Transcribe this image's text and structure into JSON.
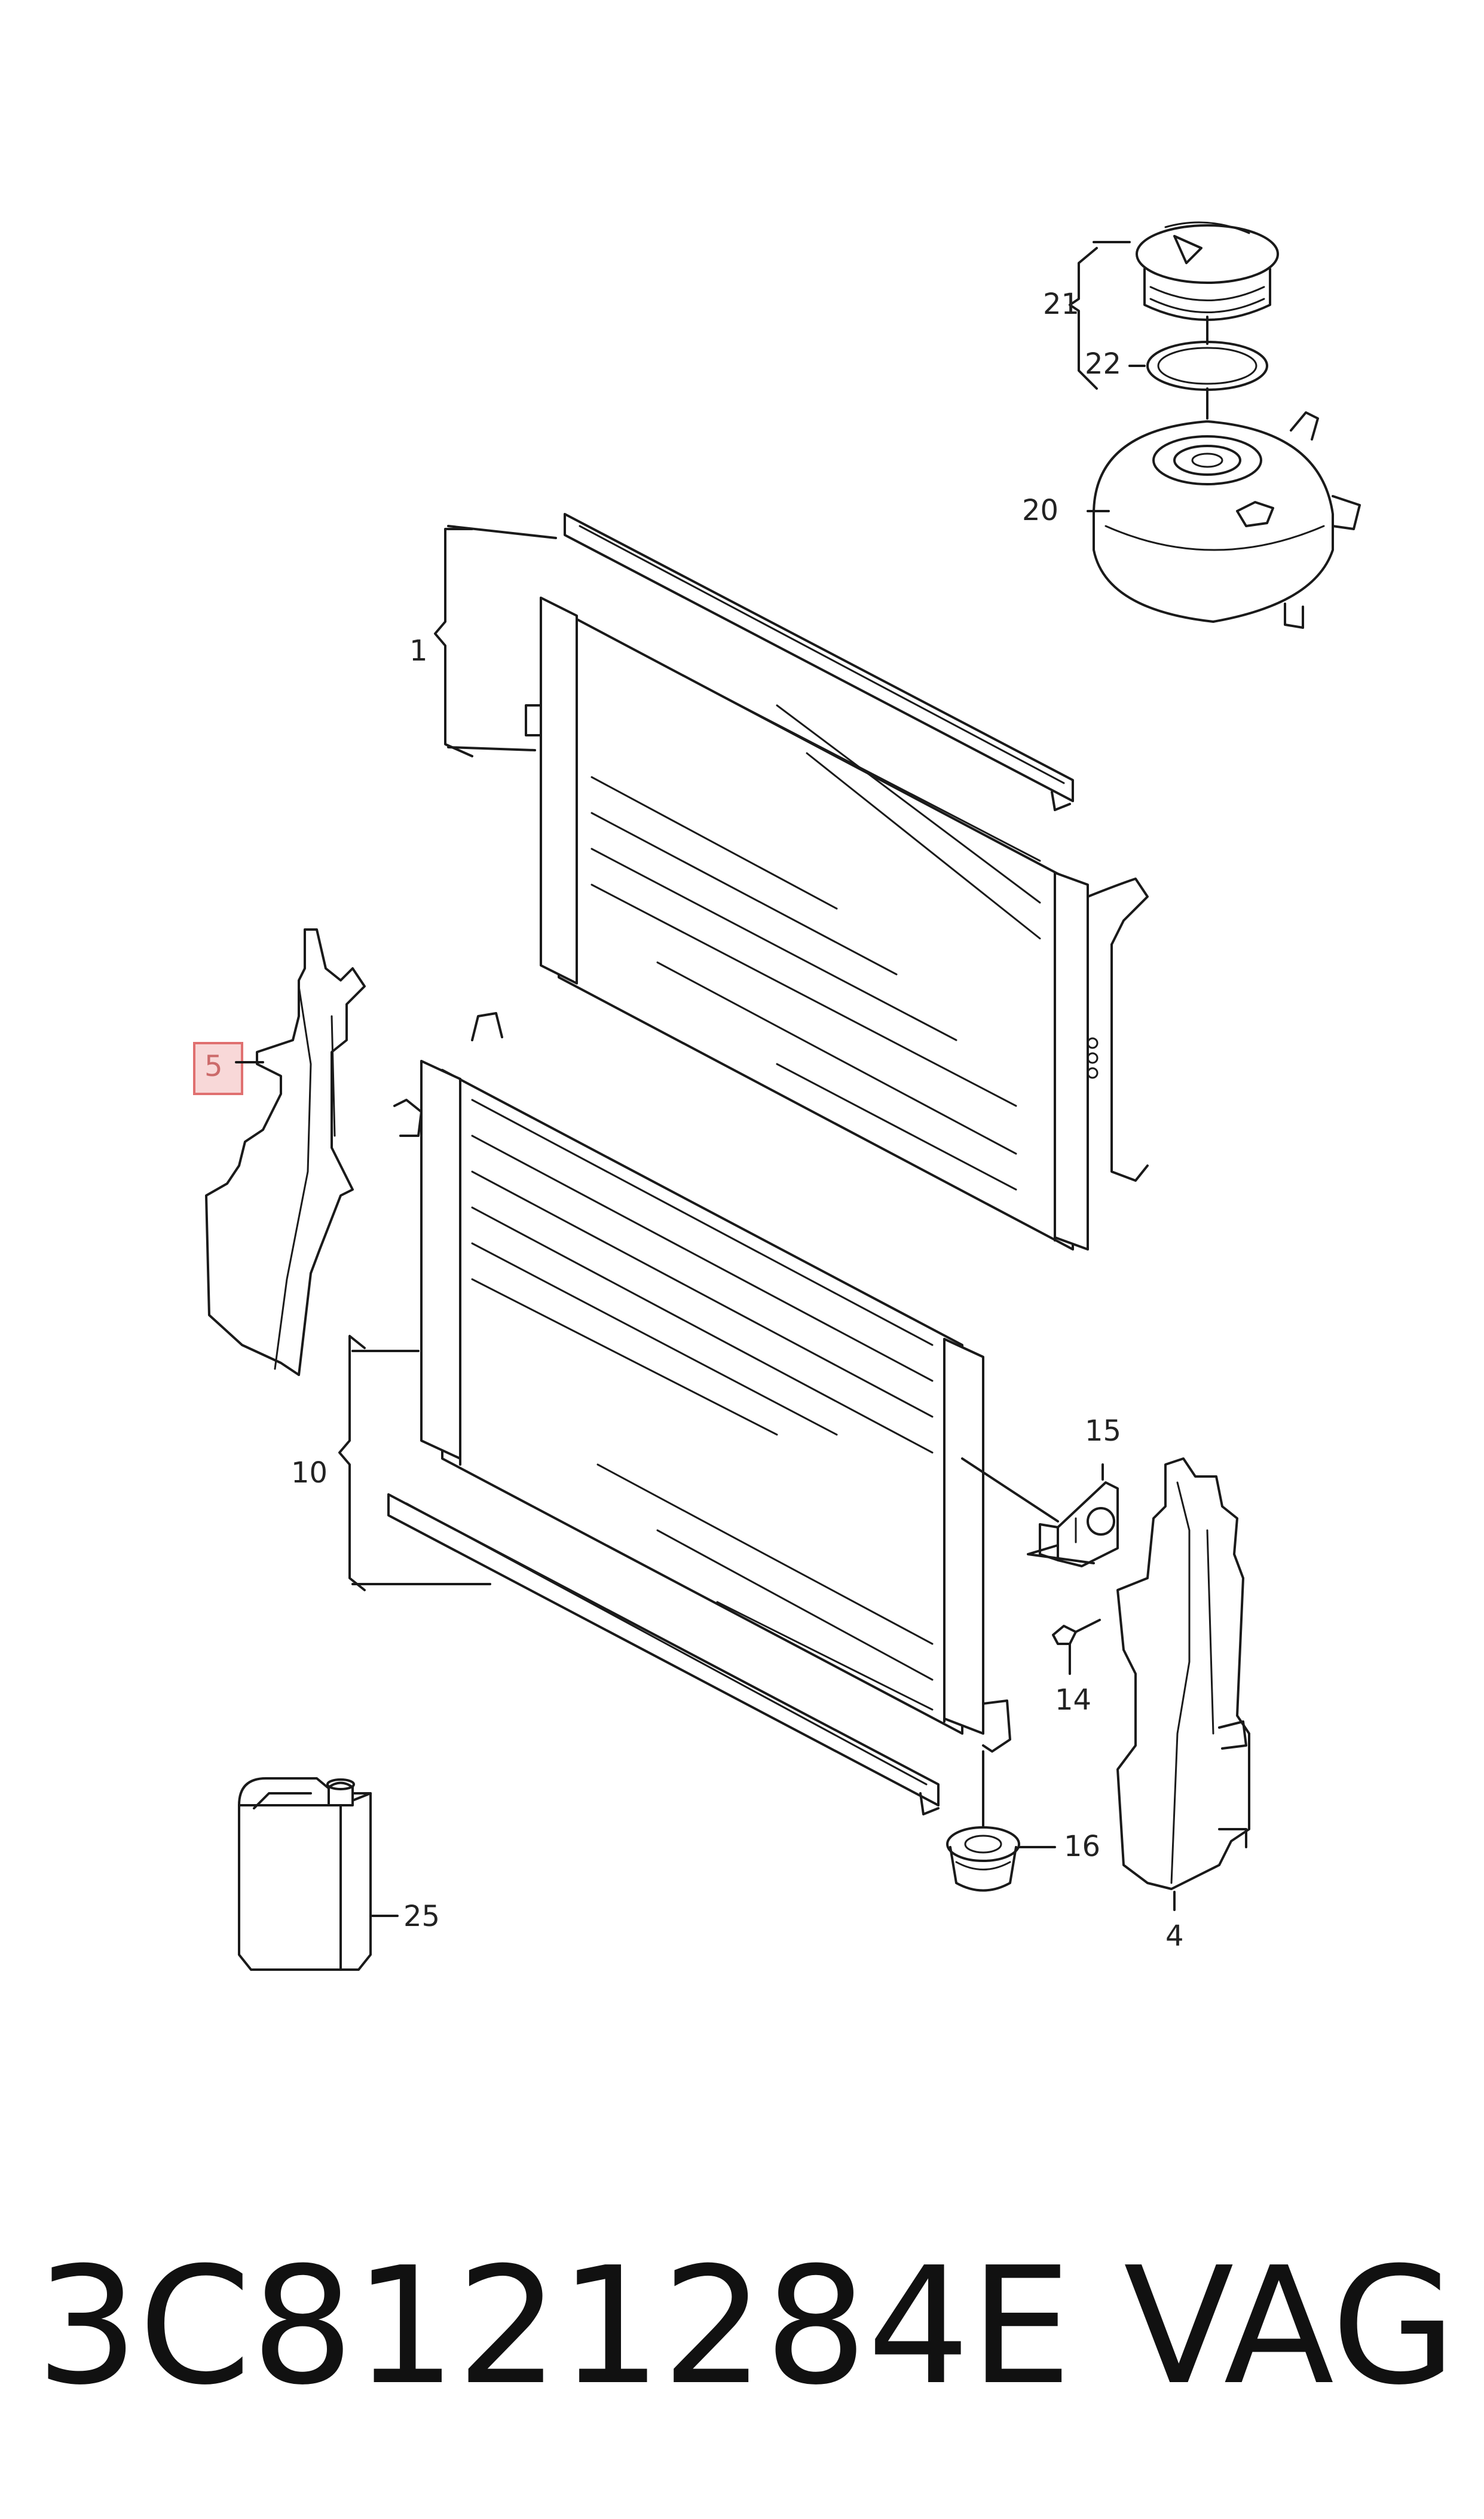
{
  "diagram": {
    "part_number": "3C8121284E",
    "brand": "VAG",
    "highlighted_callout": "5",
    "callouts": [
      {
        "id": "c1",
        "text": "1"
      },
      {
        "id": "c4",
        "text": "4"
      },
      {
        "id": "c5",
        "text": "5"
      },
      {
        "id": "c10",
        "text": "10"
      },
      {
        "id": "c14",
        "text": "14"
      },
      {
        "id": "c15",
        "text": "15"
      },
      {
        "id": "c16",
        "text": "16"
      },
      {
        "id": "c20",
        "text": "20"
      },
      {
        "id": "c21",
        "text": "21"
      },
      {
        "id": "c22",
        "text": "22"
      },
      {
        "id": "c25",
        "text": "25"
      }
    ],
    "colors": {
      "line": "#1a1a1a",
      "highlight_fill": "#f8d8d8",
      "highlight_stroke": "#e07070",
      "highlight_text": "#cc6a6a",
      "background": "#ffffff"
    }
  }
}
